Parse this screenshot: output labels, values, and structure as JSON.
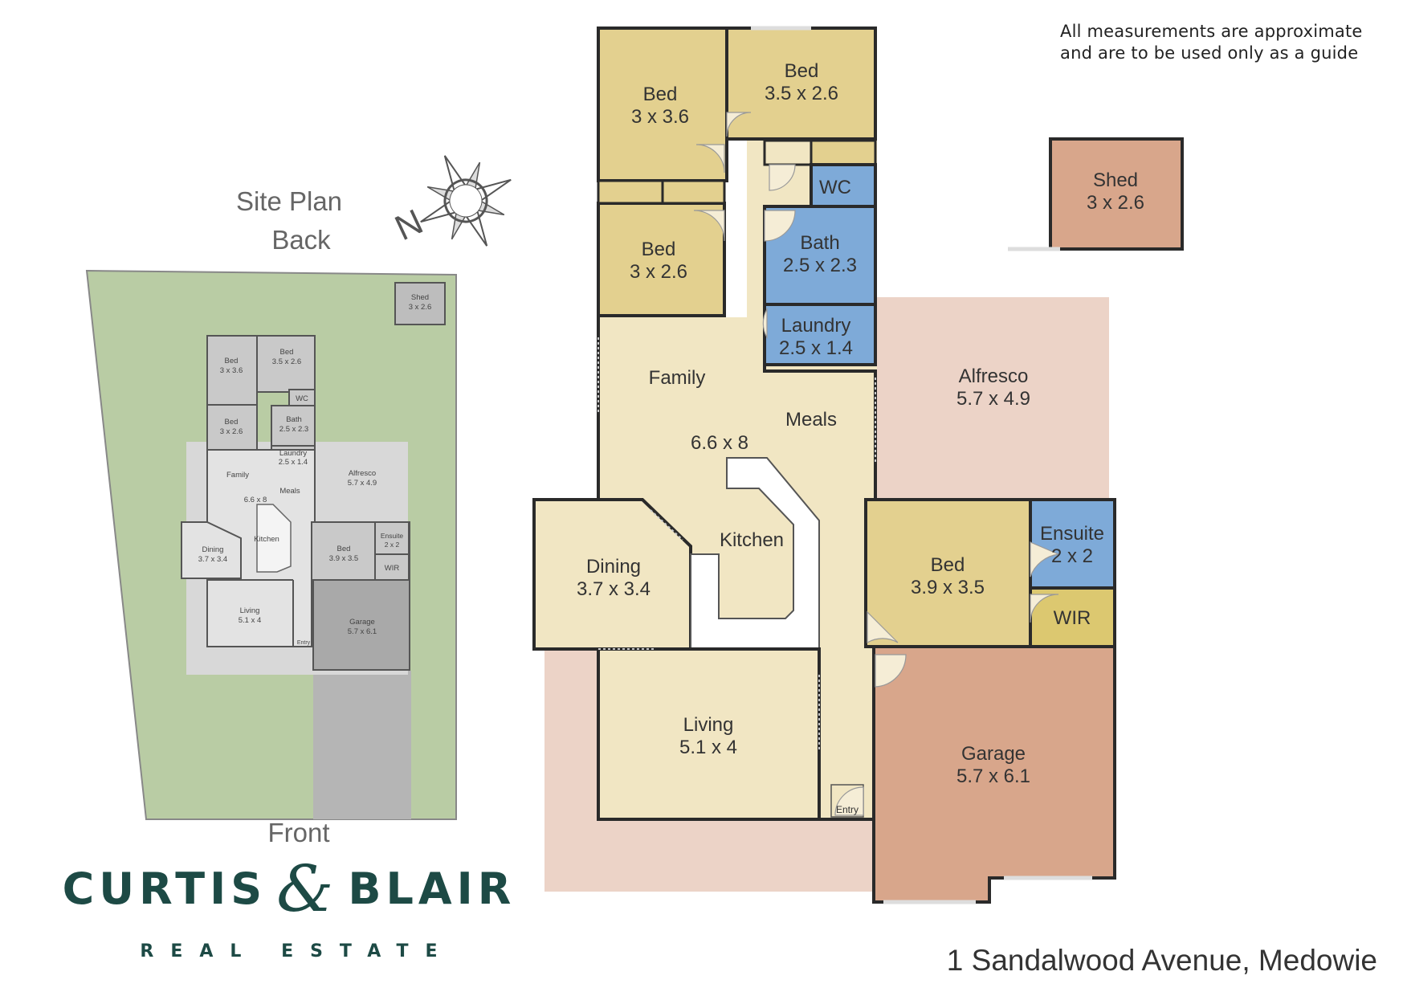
{
  "disclaimer": {
    "line1": "All measurements are approximate",
    "line2": "and are to be used only as a guide"
  },
  "site_plan": {
    "title": "Site Plan",
    "back_label": "Back",
    "front_label": "Front",
    "compass_letter": "N",
    "rooms": {
      "shed": {
        "name": "Shed",
        "dim": "3 x 2.6"
      },
      "bed1": {
        "name": "Bed",
        "dim": "3 x 3.6"
      },
      "bed2": {
        "name": "Bed",
        "dim": "3.5 x 2.6"
      },
      "wc": {
        "name": "WC"
      },
      "bed3": {
        "name": "Bed",
        "dim": "3 x 2.6"
      },
      "bath": {
        "name": "Bath",
        "dim": "2.5 x 2.3"
      },
      "laundry": {
        "name": "Laundry",
        "dim": "2.5 x 1.4"
      },
      "family": {
        "name": "Family"
      },
      "meals": {
        "name": "Meals"
      },
      "family_dim": {
        "dim": "6.6 x 8"
      },
      "alfresco": {
        "name": "Alfresco",
        "dim": "5.7 x 4.9"
      },
      "kitchen": {
        "name": "Kitchen"
      },
      "dining": {
        "name": "Dining",
        "dim": "3.7 x 3.4"
      },
      "bed4": {
        "name": "Bed",
        "dim": "3.9 x 3.5"
      },
      "ensuite": {
        "name": "Ensuite",
        "dim": "2 x 2"
      },
      "wir": {
        "name": "WIR"
      },
      "living": {
        "name": "Living",
        "dim": "5.1 x 4"
      },
      "garage": {
        "name": "Garage",
        "dim": "5.7 x 6.1"
      },
      "entry": {
        "name": "Entry"
      }
    }
  },
  "floor_plan": {
    "rooms": {
      "bed1": {
        "name": "Bed",
        "dim": "3 x 3.6"
      },
      "bed2": {
        "name": "Bed",
        "dim": "3.5 x 2.6"
      },
      "wc": {
        "name": "WC"
      },
      "bed3": {
        "name": "Bed",
        "dim": "3 x 2.6"
      },
      "bath": {
        "name": "Bath",
        "dim": "2.5 x 2.3"
      },
      "laundry": {
        "name": "Laundry",
        "dim": "2.5 x 1.4"
      },
      "shed": {
        "name": "Shed",
        "dim": "3 x 2.6"
      },
      "alfresco": {
        "name": "Alfresco",
        "dim": "5.7 x 4.9"
      },
      "family": {
        "name": "Family"
      },
      "meals": {
        "name": "Meals"
      },
      "family_dim": {
        "dim": "6.6 x 8"
      },
      "kitchen": {
        "name": "Kitchen"
      },
      "dining": {
        "name": "Dining",
        "dim": "3.7 x 3.4"
      },
      "bed4": {
        "name": "Bed",
        "dim": "3.9 x 3.5"
      },
      "ensuite": {
        "name": "Ensuite",
        "dim": "2 x 2"
      },
      "wir": {
        "name": "WIR"
      },
      "living": {
        "name": "Living",
        "dim": "5.1 x 4"
      },
      "garage": {
        "name": "Garage",
        "dim": "5.7 x 6.1"
      },
      "entry": {
        "name": "Entry"
      }
    }
  },
  "address": "1 Sandalwood Avenue, Medowie",
  "brand": {
    "name_left": "CURTIS",
    "ampersand": "&",
    "name_right": "BLAIR",
    "tagline": "REAL ESTATE"
  },
  "colors": {
    "bed": "#e3d08f",
    "wet": "#7eaad8",
    "living_area": "#f1e6c3",
    "outdoor": "#ecd3c7",
    "garage": "#d8a68b",
    "wir": "#dcc870",
    "lawn": "#b9cca4",
    "brand": "#1d4a45",
    "wall": "#2a2a2a"
  }
}
